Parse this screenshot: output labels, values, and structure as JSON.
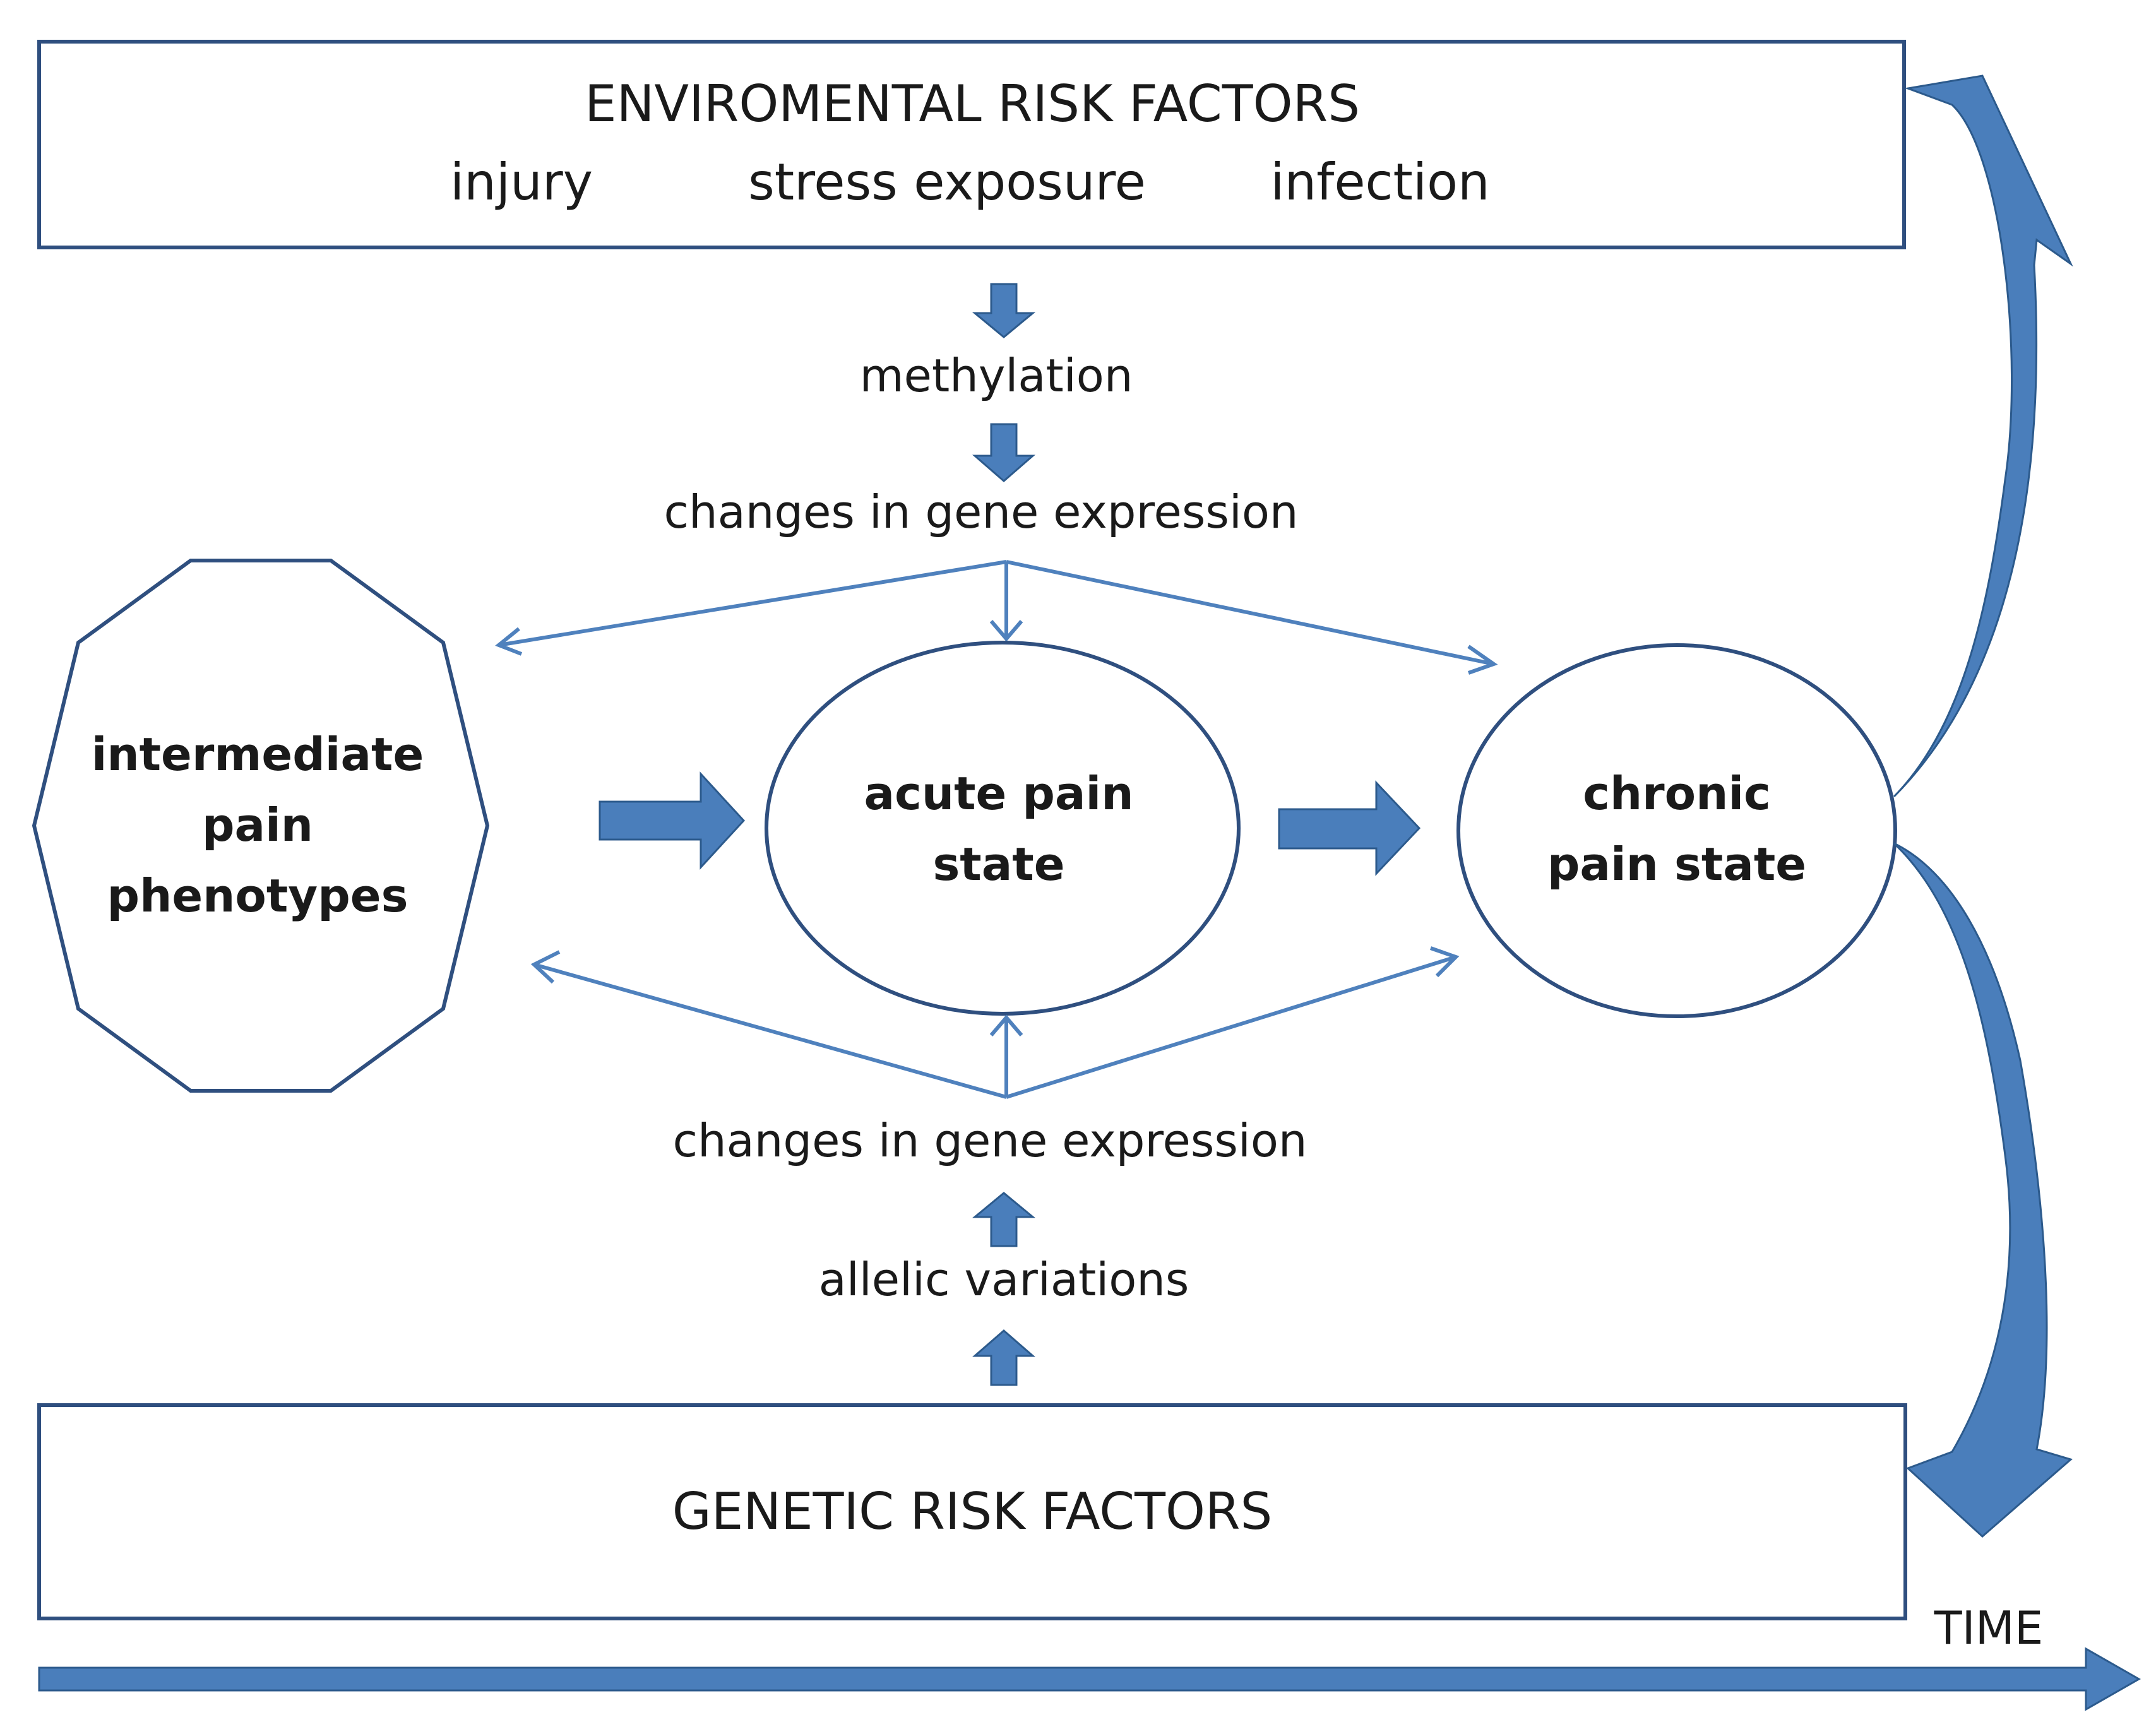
{
  "environmental": {
    "title": "ENVIROMENTAL RISK FACTORS",
    "items": [
      "injury",
      "stress exposure",
      "infection"
    ]
  },
  "top_chain": {
    "step1": "methylation",
    "step2": "changes in gene expression"
  },
  "nodes": {
    "intermediate": [
      "intermediate",
      "pain",
      "phenotypes"
    ],
    "acute": [
      "acute pain",
      "state"
    ],
    "chronic": [
      "chronic",
      "pain state"
    ]
  },
  "bottom_chain": {
    "step1": "changes in gene expression",
    "step2": "allelic variations"
  },
  "genetic": {
    "title": "GENETIC RISK FACTORS"
  },
  "time_axis": {
    "label": "TIME"
  },
  "colors": {
    "arrow_fill": "#4a7ebb",
    "thin_line": "#4f81bd",
    "box_stroke": "#2f4f7f"
  }
}
